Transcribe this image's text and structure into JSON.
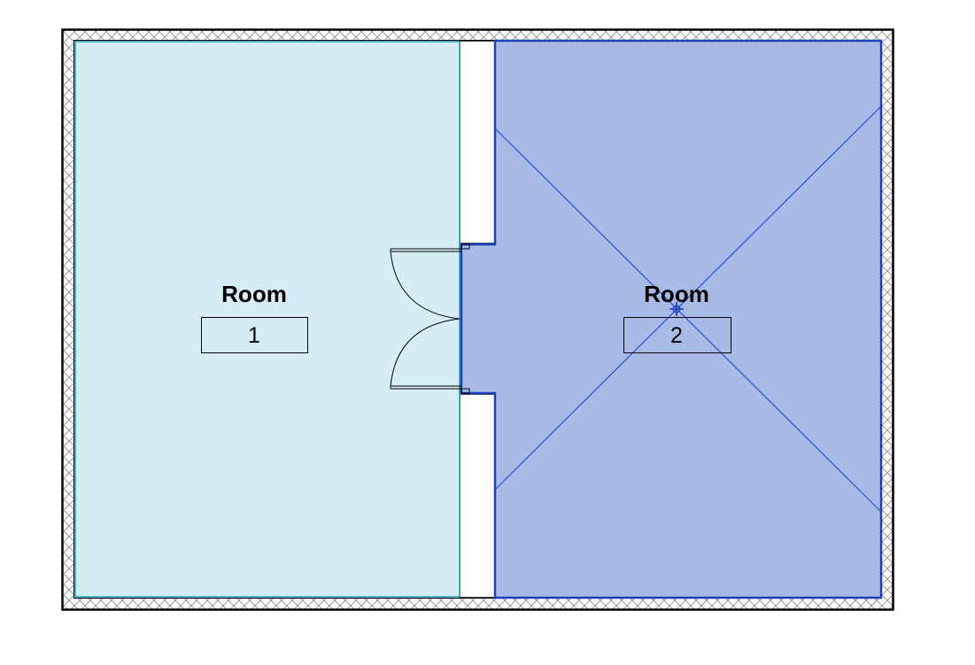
{
  "colors": {
    "background": "#ffffff",
    "wall_outline": "#000000",
    "wall_hatch": "#8a8a8a",
    "room1_fill": "#d6edf6",
    "room1_outline": "#1a9bb0",
    "room2_fill": "#a8bae6",
    "room2_outline": "#1f3fb8",
    "selection_lines": "#2a4fd8",
    "door_lines": "#000000"
  },
  "rooms": [
    {
      "name": "Room",
      "number": "1",
      "selected": false
    },
    {
      "name": "Room",
      "number": "2",
      "selected": true
    }
  ],
  "icons": {
    "move_handle": "move-crosshair-icon"
  }
}
